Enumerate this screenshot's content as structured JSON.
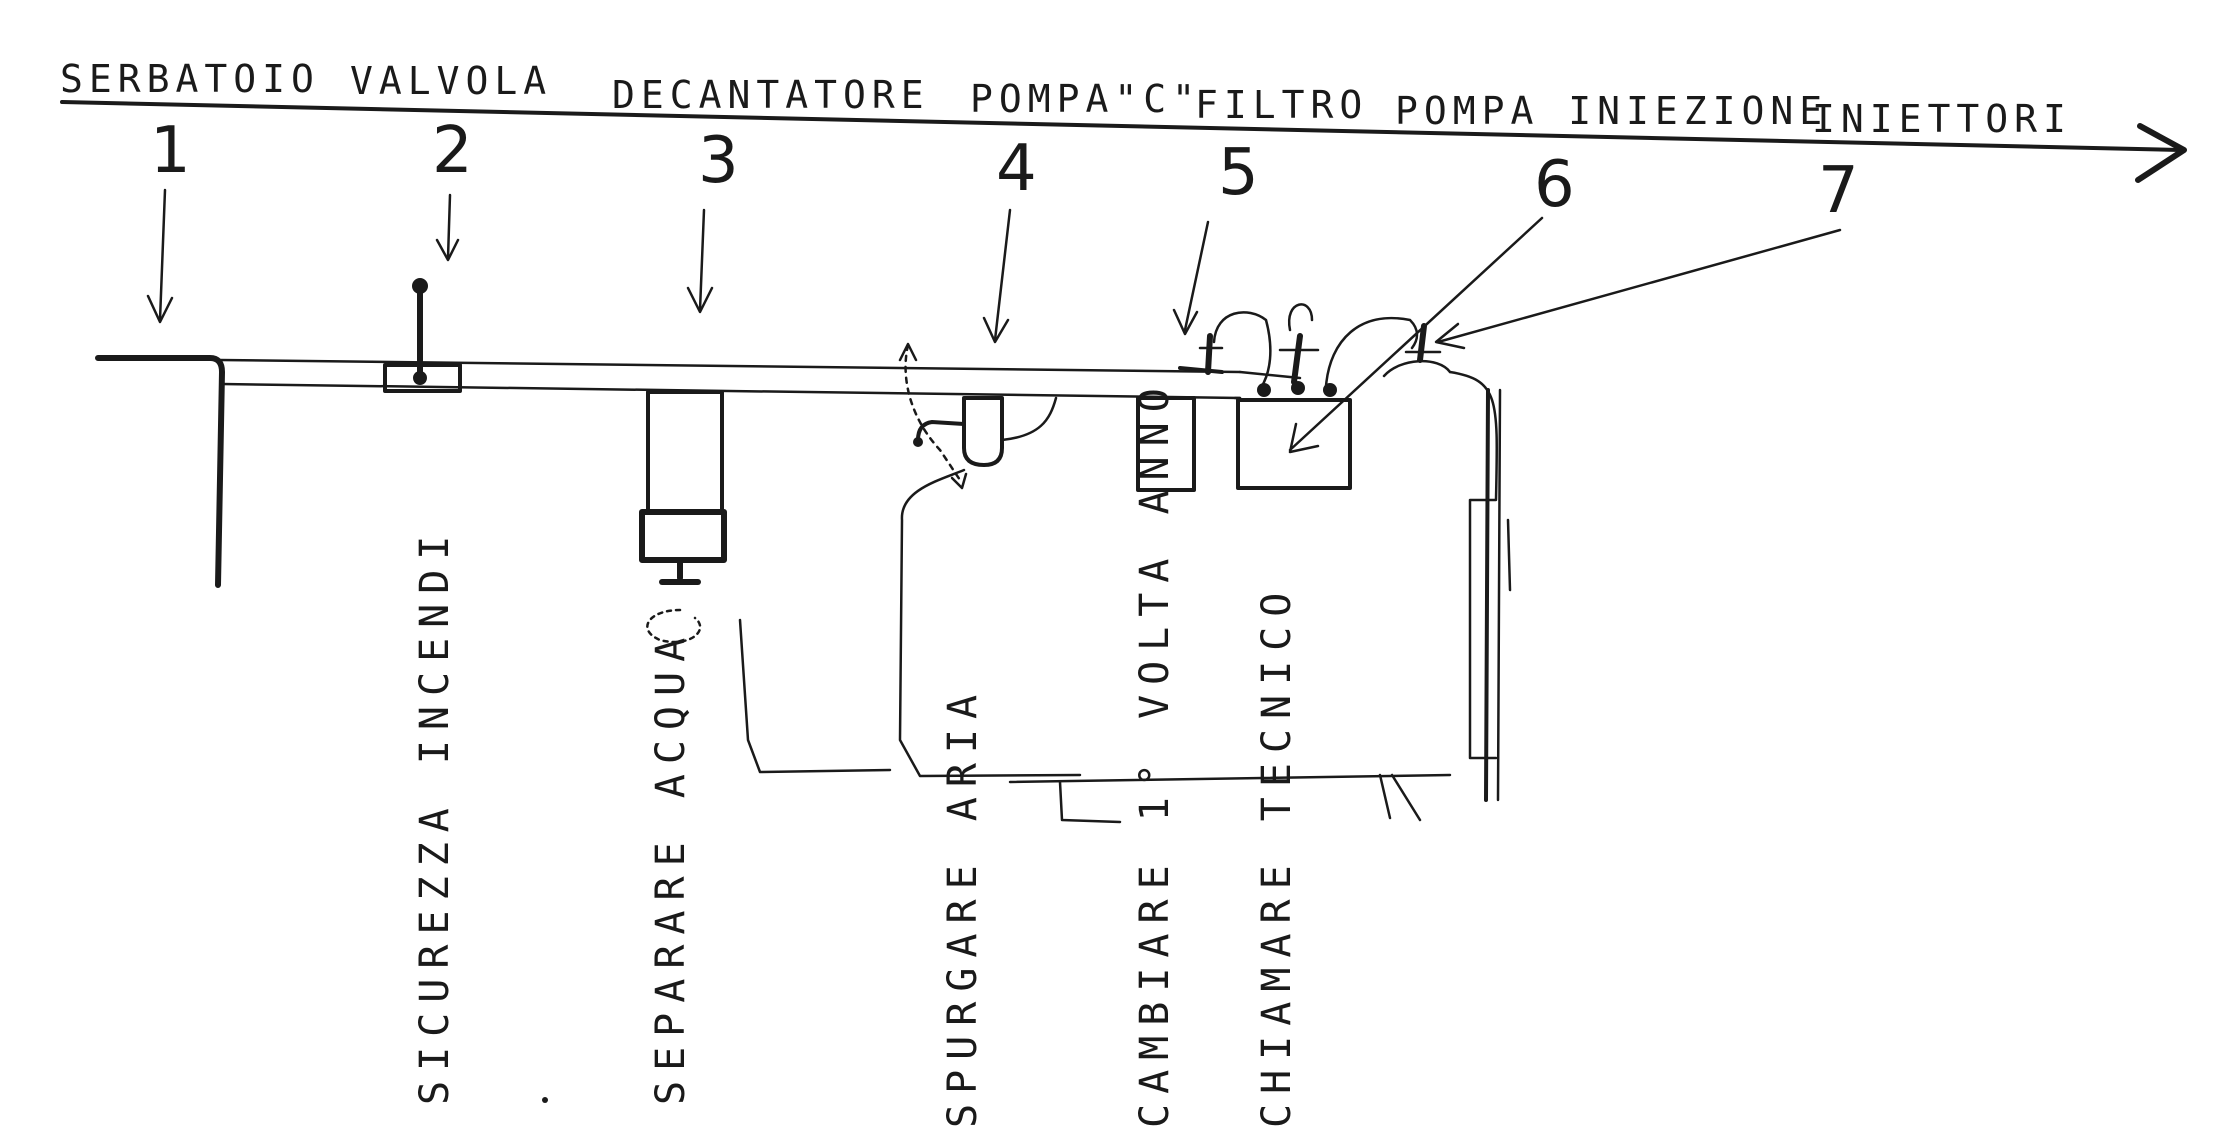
{
  "header_labels": {
    "serbatoio": "SERBATOIO",
    "valvola": "VALVOLA",
    "decantatore": "DECANTATORE",
    "pompa_c": "POMPA\"C\"",
    "filtro": "FILTRO",
    "pompa_iniezione": "POMPA INIEZIONE",
    "iniettori": "INIETTORI"
  },
  "step_numbers": [
    "1",
    "2",
    "3",
    "4",
    "5",
    "6",
    "7"
  ],
  "action_labels": {
    "sicurezza": "SICUREZZA INCENDI",
    "separare": "SEPARARE ACQUA",
    "spurgare": "SPURGARE ARIA",
    "cambiare": "CAMBIARE 1° VOLTA ANNO",
    "chiamare": "CHIAMARE TECNICO"
  }
}
